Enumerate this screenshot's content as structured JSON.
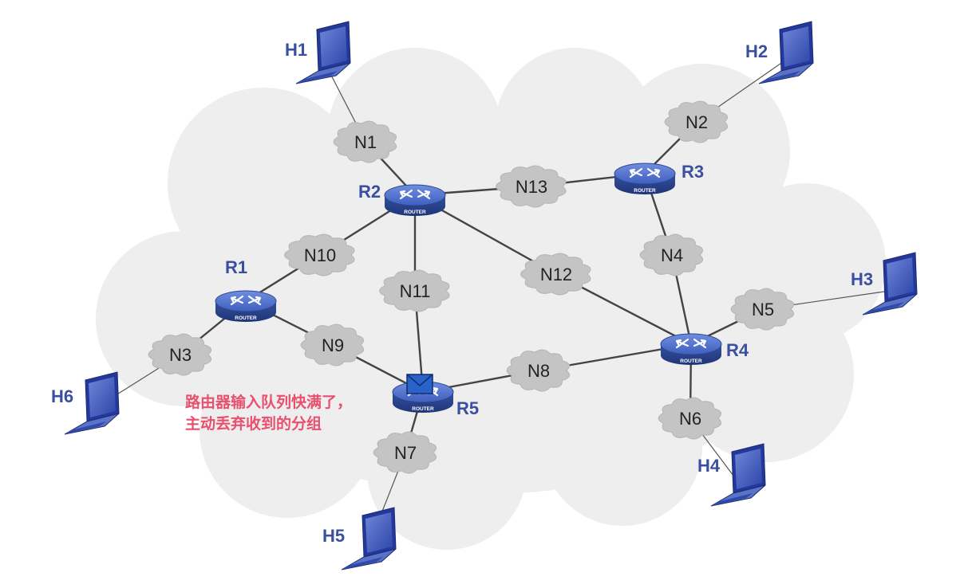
{
  "hosts": [
    {
      "id": "H1",
      "label": "H1"
    },
    {
      "id": "H2",
      "label": "H2"
    },
    {
      "id": "H3",
      "label": "H3"
    },
    {
      "id": "H4",
      "label": "H4"
    },
    {
      "id": "H5",
      "label": "H5"
    },
    {
      "id": "H6",
      "label": "H6"
    }
  ],
  "routers": [
    {
      "id": "R1",
      "label": "R1",
      "badge": "ROUTER"
    },
    {
      "id": "R2",
      "label": "R2",
      "badge": "ROUTER"
    },
    {
      "id": "R3",
      "label": "R3",
      "badge": "ROUTER"
    },
    {
      "id": "R4",
      "label": "R4",
      "badge": "ROUTER"
    },
    {
      "id": "R5",
      "label": "R5",
      "badge": "ROUTER",
      "has_packet": true
    }
  ],
  "networks": [
    {
      "id": "N1",
      "label": "N1"
    },
    {
      "id": "N2",
      "label": "N2"
    },
    {
      "id": "N3",
      "label": "N3"
    },
    {
      "id": "N4",
      "label": "N4"
    },
    {
      "id": "N5",
      "label": "N5"
    },
    {
      "id": "N6",
      "label": "N6"
    },
    {
      "id": "N7",
      "label": "N7"
    },
    {
      "id": "N8",
      "label": "N8"
    },
    {
      "id": "N9",
      "label": "N9"
    },
    {
      "id": "N10",
      "label": "N10"
    },
    {
      "id": "N11",
      "label": "N11"
    },
    {
      "id": "N12",
      "label": "N12"
    },
    {
      "id": "N13",
      "label": "N13"
    }
  ],
  "links": [
    [
      "H1",
      "N1"
    ],
    [
      "N1",
      "R2"
    ],
    [
      "H2",
      "N2"
    ],
    [
      "N2",
      "R3"
    ],
    [
      "R2",
      "N13"
    ],
    [
      "N13",
      "R3"
    ],
    [
      "R3",
      "N4"
    ],
    [
      "N4",
      "R4"
    ],
    [
      "R2",
      "N10"
    ],
    [
      "N10",
      "R1"
    ],
    [
      "R2",
      "N11"
    ],
    [
      "N11",
      "R5"
    ],
    [
      "R2",
      "N12"
    ],
    [
      "N12",
      "R4"
    ],
    [
      "R1",
      "N3"
    ],
    [
      "N3",
      "H6"
    ],
    [
      "R1",
      "N9"
    ],
    [
      "N9",
      "R5"
    ],
    [
      "R5",
      "N8"
    ],
    [
      "N8",
      "R4"
    ],
    [
      "R4",
      "N5"
    ],
    [
      "N5",
      "H3"
    ],
    [
      "R4",
      "N6"
    ],
    [
      "N6",
      "H4"
    ],
    [
      "R5",
      "N7"
    ],
    [
      "N7",
      "H5"
    ]
  ],
  "annotation": {
    "line1": "路由器输入队列快满了，",
    "line2": "主动丢弃收到的分组"
  },
  "colors": {
    "host_label": "#3a4fa0",
    "router_label": "#3a4fa0",
    "network_cloud": "#c4c4c4",
    "background_cloud": "#ededed",
    "annotation": "#e8506e",
    "laptop_blue": "#3b55b5",
    "router_body": "#4a6bc4"
  }
}
